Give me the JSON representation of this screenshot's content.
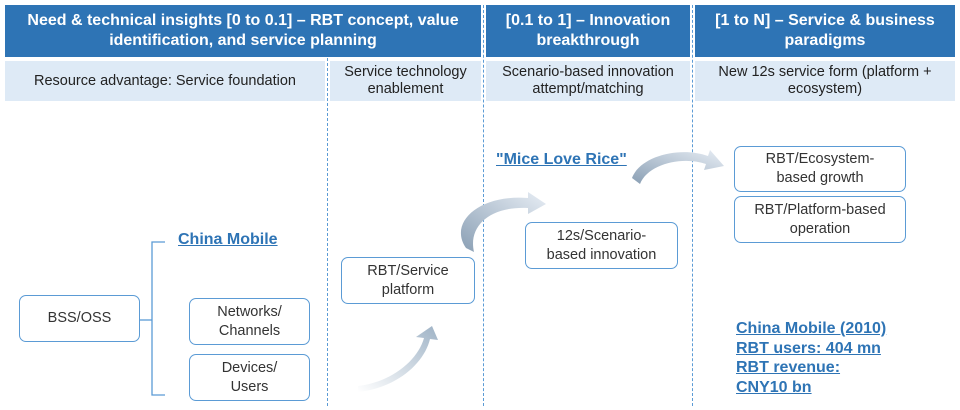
{
  "headers": [
    {
      "lines": [
        "Need & technical insights [0 to 0.1] – RBT concept, value",
        "identification, and service planning"
      ]
    },
    {
      "lines": [
        "[0.1 to 1] – Innovation",
        "breakthrough"
      ]
    },
    {
      "lines": [
        "[1 to N] – Service & business",
        "paradigms"
      ]
    }
  ],
  "subheaders": [
    {
      "lines": [
        "Resource advantage: Service foundation"
      ]
    },
    {
      "lines": [
        "Service technology",
        "enablement"
      ]
    },
    {
      "lines": [
        "Scenario-based innovation",
        "attempt/matching"
      ]
    },
    {
      "lines": [
        "New 12s service form (platform +",
        "ecosystem)"
      ]
    }
  ],
  "china_mobile_title": "China Mobile",
  "mice_title": "\"Mice Love Rice\"",
  "nodes": {
    "bss_oss": [
      "BSS/OSS"
    ],
    "networks": [
      "Networks/",
      "Channels"
    ],
    "devices": [
      "Devices/",
      "Users"
    ],
    "rbt_service": [
      "RBT/Service",
      "platform"
    ],
    "scenario": [
      "12s/Scenario-",
      "based innovation"
    ],
    "ecosystem": [
      "RBT/Ecosystem-",
      "based growth"
    ],
    "platform": [
      "RBT/Platform-based",
      "operation"
    ]
  },
  "stats": [
    "China Mobile (2010)",
    "RBT users: 404 mn",
    "RBT revenue:",
    "CNY10 bn"
  ],
  "colors": {
    "header_bg": "#2e74b5",
    "subheader_bg": "#deeaf6",
    "node_border": "#5b9bd5",
    "link_text": "#2e74b5"
  }
}
